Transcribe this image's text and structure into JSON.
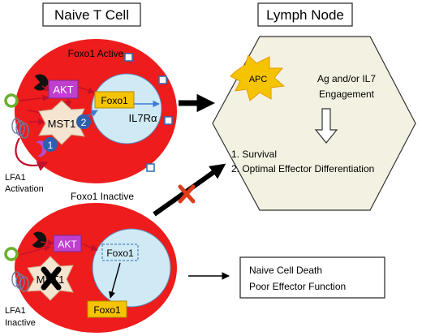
{
  "headers": {
    "left": "Naive T Cell",
    "right": "Lymph Node"
  },
  "top_cell": {
    "title": "Foxo1 Active",
    "akt": "AKT",
    "foxo1": "Foxo1",
    "il7r": "IL7Rα",
    "mst1": "MST1",
    "badge1": "1",
    "badge2": "2",
    "lfa1_line1": "LFA1",
    "lfa1_line2": "Activation"
  },
  "bottom_cell": {
    "title": "Foxo1 Inactive",
    "akt": "AKT",
    "foxo1_nuclear": "Foxo1",
    "foxo1_cyto": "Foxo1",
    "mst1": "MST1",
    "lfa1_line1": "LFA1",
    "lfa1_line2": "Inactive"
  },
  "lymph_node": {
    "apc": "APC",
    "engagement_line1": "Ag and/or IL7",
    "engagement_line2": "Engagement",
    "outcome1": "1. Survival",
    "outcome2": "2. Optimal Effector Differentiation"
  },
  "outcome_box": {
    "line1": "Naive Cell Death",
    "line2": "Poor Effector Function"
  },
  "colors": {
    "cell": "#ee1c1c",
    "nucleus": "#cfeaf5",
    "akt": "#bf3fcf",
    "foxo1": "#f5c400",
    "mst1": "#f5e4cf",
    "badge": "#2f5fae",
    "hexagon": "#f3f2e2",
    "receptor": "#2d6bb0",
    "block_x": "#e03a1a"
  }
}
